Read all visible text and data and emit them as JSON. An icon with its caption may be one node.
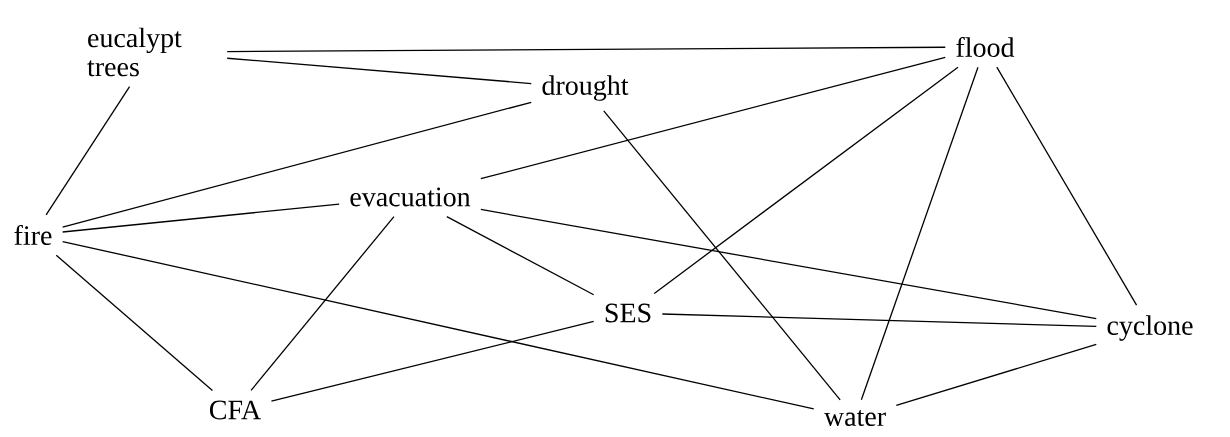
{
  "diagram": {
    "nodes": [
      {
        "text": [
          "eucalypt trees"
        ]
      },
      {
        "text": [
          "drought"
        ]
      },
      {
        "text": [
          "flood"
        ]
      },
      {
        "text": [
          "fire"
        ]
      },
      {
        "text": [
          "evacuation"
        ]
      },
      {
        "text": [
          "SES"
        ]
      },
      {
        "text": [
          "cyclone"
        ]
      },
      {
        "text": [
          "CFA"
        ]
      },
      {
        "text": [
          "water"
        ]
      }
    ],
    "edges": [
      {
        "from": 0,
        "to": 2,
        "arrow": "none"
      },
      {
        "from": 0,
        "to": 1,
        "arrow": "none"
      },
      {
        "from": 0,
        "to": 3,
        "arrow": "none"
      },
      {
        "from": 1,
        "to": 3,
        "arrow": "none"
      },
      {
        "from": 1,
        "to": 8,
        "arrow": "none"
      },
      {
        "from": 2,
        "to": 4,
        "arrow": "none"
      },
      {
        "from": 2,
        "to": 5,
        "arrow": "none"
      },
      {
        "from": 2,
        "to": 8,
        "arrow": "none"
      },
      {
        "from": 2,
        "to": 6,
        "arrow": "none"
      },
      {
        "from": 3,
        "to": 4,
        "arrow": "none"
      },
      {
        "from": 3,
        "to": 7,
        "arrow": "none"
      },
      {
        "from": 3,
        "to": 8,
        "arrow": "none"
      },
      {
        "from": 4,
        "to": 5,
        "arrow": "none"
      },
      {
        "from": 4,
        "to": 7,
        "arrow": "none"
      },
      {
        "from": 4,
        "to": 6,
        "arrow": "none"
      },
      {
        "from": 5,
        "to": 7,
        "arrow": "none"
      },
      {
        "from": 5,
        "to": 6,
        "arrow": "none"
      },
      {
        "from": 6,
        "to": 8,
        "arrow": "none"
      }
    ]
  }
}
